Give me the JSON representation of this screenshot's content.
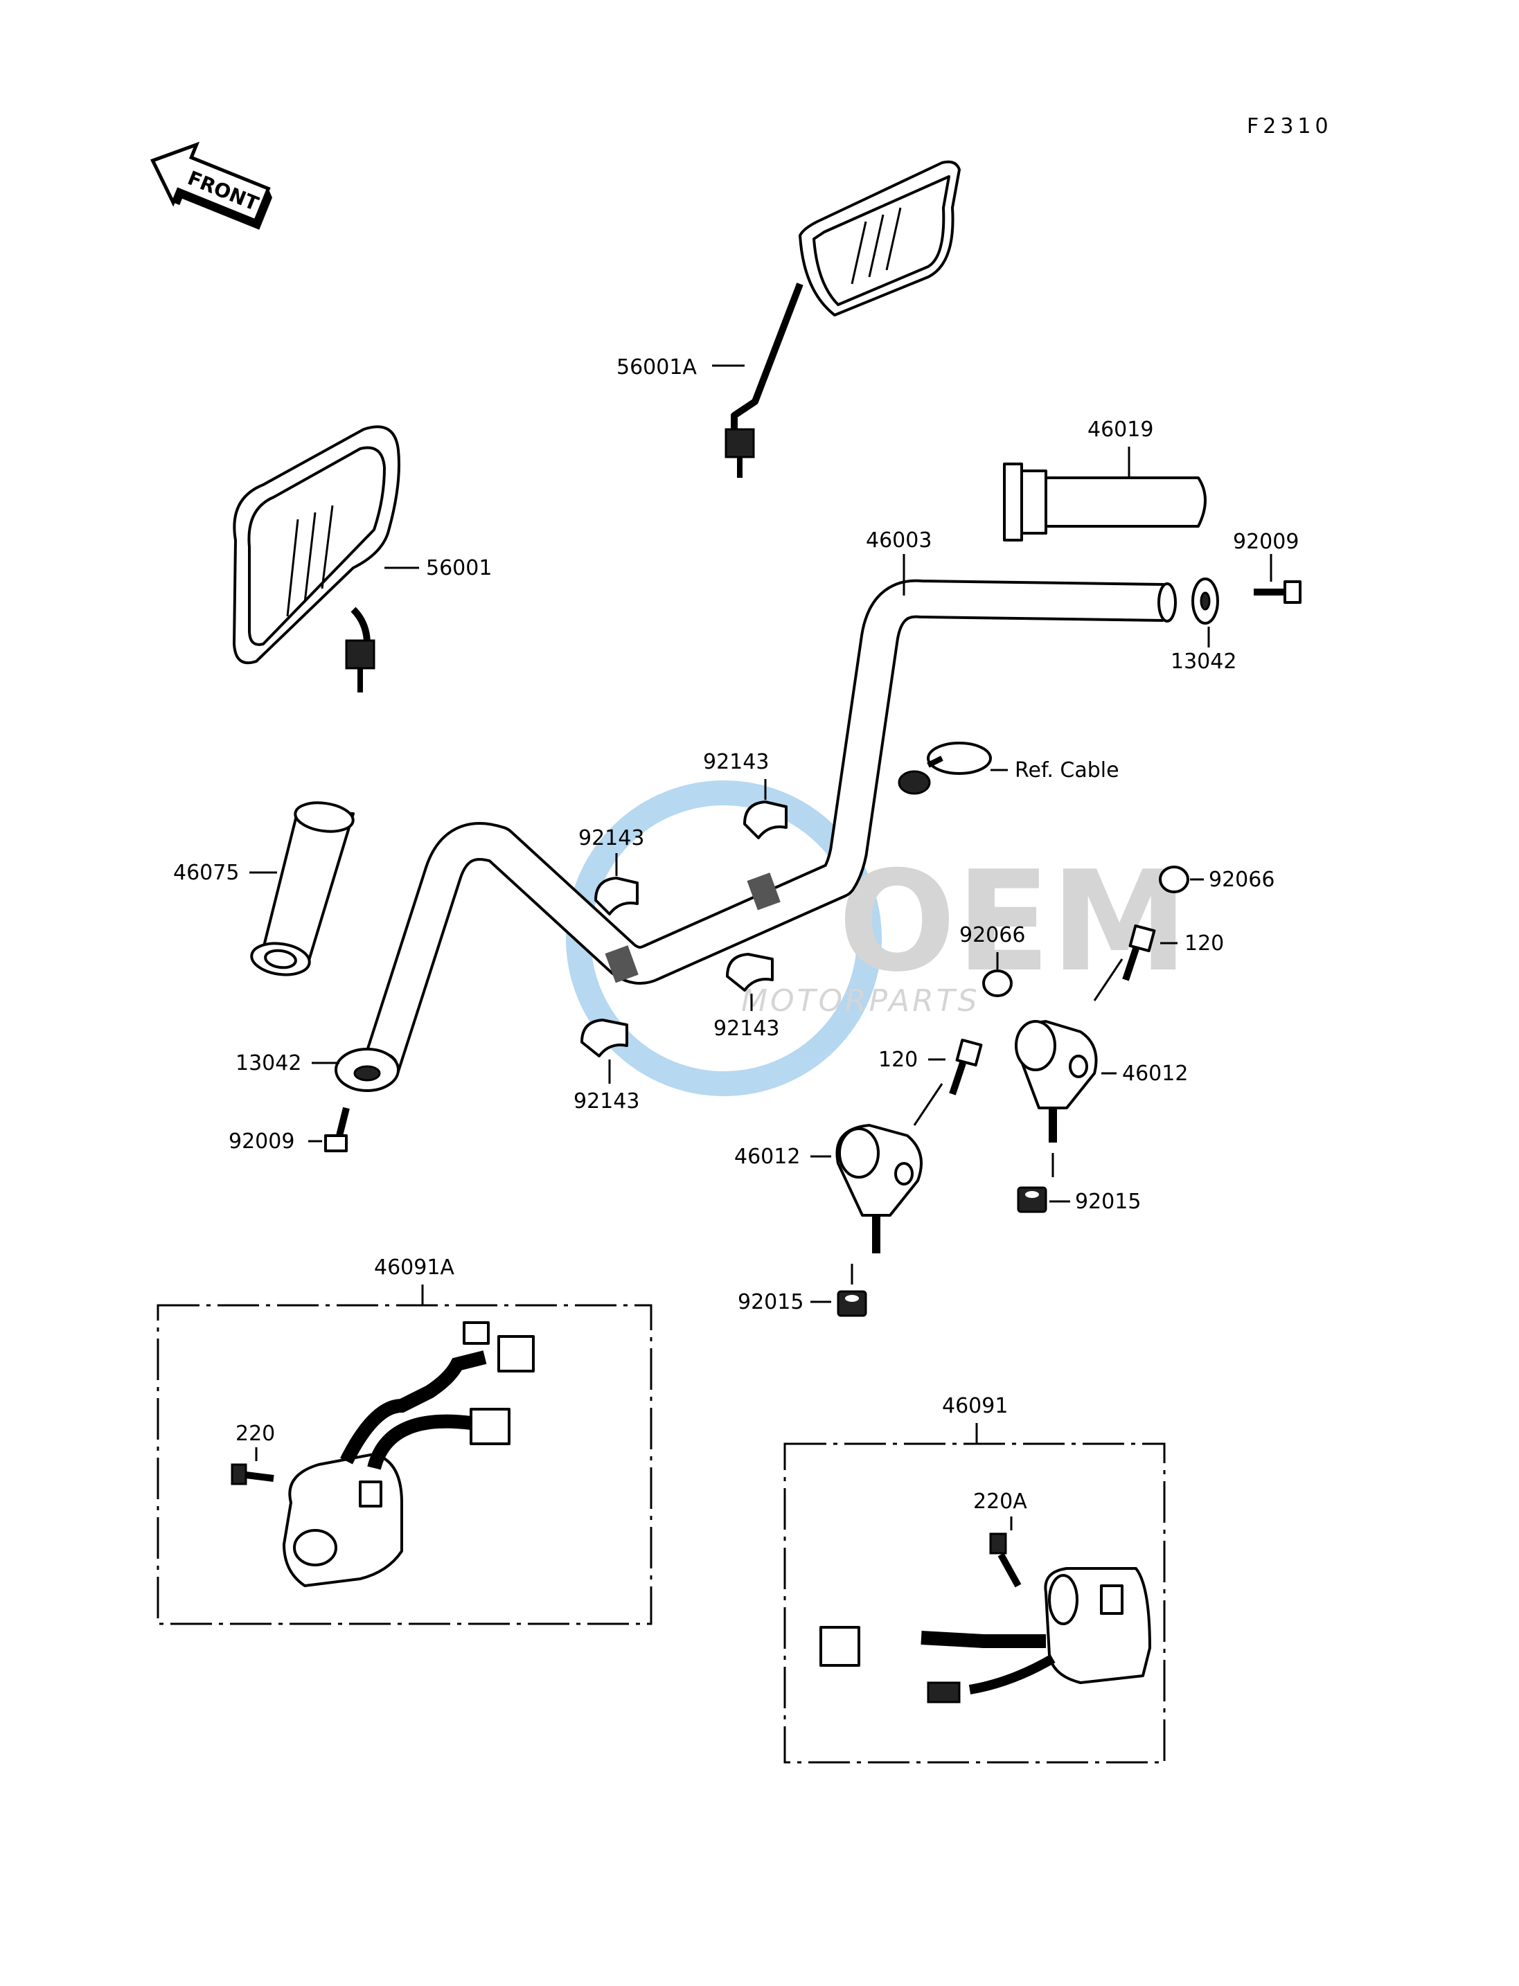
{
  "diagram_code": "F2310",
  "front_label": "FRONT",
  "watermark": {
    "brand": "OEM",
    "tagline": "MOTORPARTS",
    "color_globe": "#2f8fd6",
    "color_text": "#9a9a9a"
  },
  "parts": {
    "mirror_right": "56001A",
    "mirror_left": "56001",
    "throttle_grip": "46019",
    "handlebar": "46003",
    "bolt_right_end": "92009",
    "weight_right": "13042",
    "ref_cable": "Ref. Cable",
    "collar_upper_right": "92143",
    "collar_upper_left": "92143",
    "collar_lower_right": "92143",
    "collar_lower_left": "92143",
    "left_grip": "46075",
    "cap_upper": "92066",
    "cap_lower": "92066",
    "bolt_upper": "120",
    "bolt_lower": "120",
    "holder_right": "46012",
    "holder_left": "46012",
    "weight_left": "13042",
    "bolt_left_end": "92009",
    "nut_right": "92015",
    "nut_left": "92015",
    "switch_left_assy": "46091A",
    "switch_left_screw": "220",
    "switch_right_assy": "46091",
    "switch_right_screw": "220A"
  }
}
